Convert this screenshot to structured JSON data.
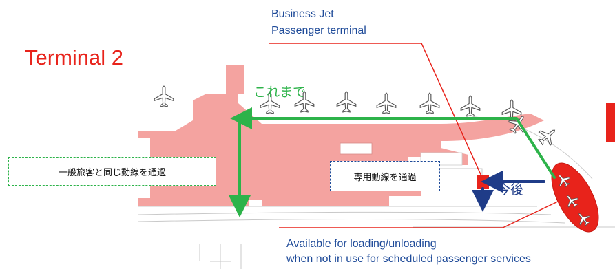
{
  "title": "Terminal 2",
  "bjt_callout": {
    "line1": "Business Jet",
    "line2": "Passenger terminal"
  },
  "route_before": {
    "label": "これまで",
    "box_text": "一般旅客と同じ動線を通過"
  },
  "route_after": {
    "label": "今後",
    "box_text": "専用動線を通過"
  },
  "apron_note": {
    "line1": "Available for loading/unloading",
    "line2": "when not in use for scheduled passenger services"
  },
  "colors": {
    "terminal": "#f4a3a0",
    "route_before": "#2db34a",
    "route_after": "#1f3c88",
    "callout": "#e8231b",
    "apron": "#e8231b"
  }
}
